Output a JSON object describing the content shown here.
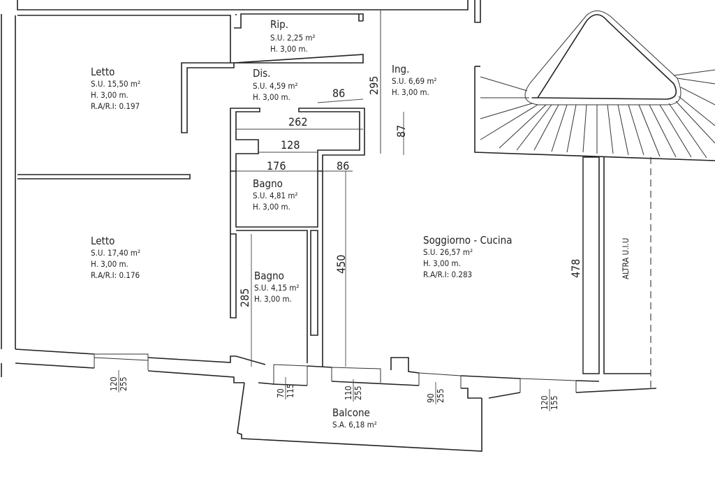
{
  "rooms": {
    "letto1": {
      "name": "Letto",
      "su": "S.U. 15,50 m²",
      "h": "H. 3,00 m.",
      "ra": "R.A/R.I: 0.197"
    },
    "rip": {
      "name": "Rip.",
      "su": "S.U. 2,25 m²",
      "h": "H. 3,00 m."
    },
    "dis": {
      "name": "Dis.",
      "su": "S.U. 4,59 m²",
      "h": "H. 3,00 m."
    },
    "ing": {
      "name": "Ing.",
      "su": "S.U. 6,69 m²",
      "h": "H. 3,00 m."
    },
    "bagno1": {
      "name": "Bagno",
      "su": "S.U. 4,81 m²",
      "h": "H. 3,00 m."
    },
    "letto2": {
      "name": "Letto",
      "su": "S.U. 17,40 m²",
      "h": "H. 3,00 m.",
      "ra": "R.A/R.I: 0.176"
    },
    "bagno2": {
      "name": "Bagno",
      "su": "S.U. 4,15 m²",
      "h": "H. 3,00 m."
    },
    "soggiorno": {
      "name": "Soggiorno - Cucina",
      "su": "S.U. 26,57 m²",
      "h": "H. 3,00 m.",
      "ra": "R.A/R.I: 0.283"
    },
    "balcone": {
      "name": "Balcone",
      "sa": "S.A. 6,18 m²"
    },
    "altra": {
      "name": "ALTRA U.I.U"
    }
  },
  "dimensions": {
    "d86a": "86",
    "d262": "262",
    "d128": "128",
    "d176": "176",
    "d86b": "86",
    "d295": "295",
    "d87": "87",
    "d450": "450",
    "d285": "285",
    "d478": "478"
  },
  "windows": [
    {
      "w": "120",
      "h": "255"
    },
    {
      "w": "70",
      "h": "115"
    },
    {
      "w": "110",
      "h": "255"
    },
    {
      "w": "90",
      "h": "255"
    },
    {
      "w": "120",
      "h": "155"
    }
  ]
}
